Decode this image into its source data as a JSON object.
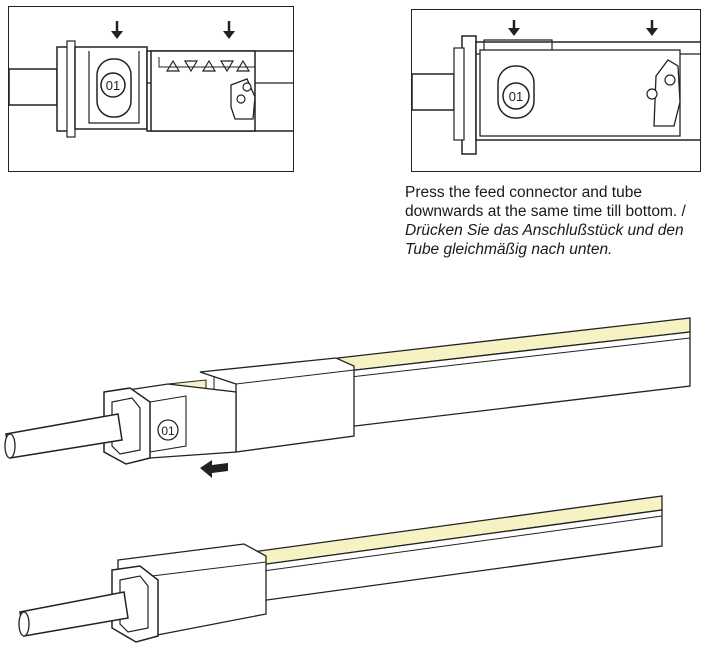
{
  "instruction": {
    "english": "Press the feed connector and tube downwards at the same time till bottom. /",
    "german": "Drücken Sie das Anschlußstück und den Tube gleichmäßig nach unten."
  },
  "labels": {
    "connector_number": "01"
  },
  "icons": {
    "press_arrow": "down-arrow-icon",
    "slide_arrow": "left-arrow-icon"
  },
  "colors": {
    "line": "#222222",
    "led_strip": "#f7f2c4",
    "panel_border": "#222222"
  }
}
